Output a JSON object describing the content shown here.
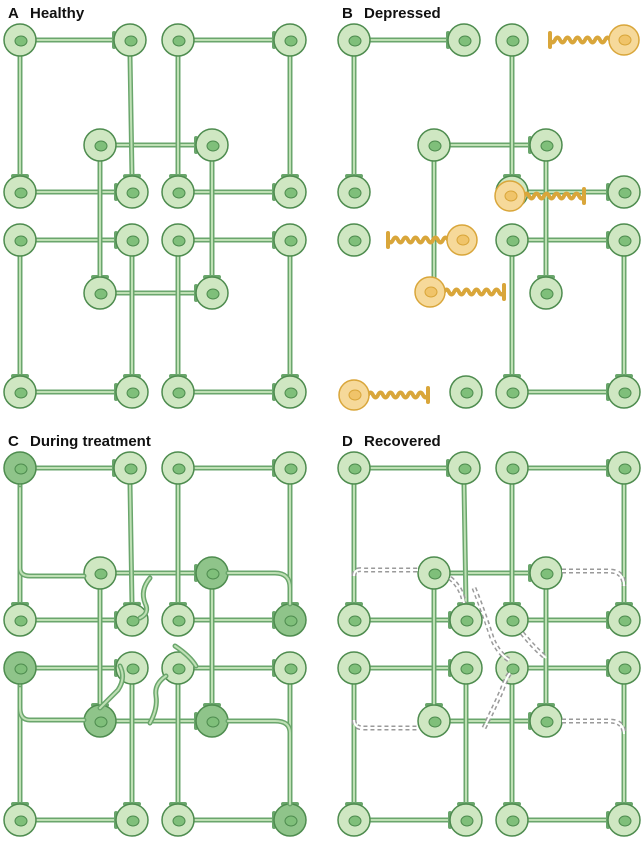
{
  "panels": [
    {
      "letter": "A",
      "title": "Healthy"
    },
    {
      "letter": "B",
      "title": "Depressed"
    },
    {
      "letter": "C",
      "title": "During treatment"
    },
    {
      "letter": "D",
      "title": "Recovered"
    }
  ],
  "colors": {
    "healthy_soma": "#cfe7c2",
    "healthy_soma_dark": "#8fc48a",
    "healthy_outline": "#4e8c4f",
    "axon": "#6aa66c",
    "axon_light": "#bfe0b5",
    "nucleus": "#7fbf7a",
    "damaged_soma": "#f6d99a",
    "damaged_outline": "#d9a63a",
    "ghost_axon": "#9a9a9a"
  }
}
